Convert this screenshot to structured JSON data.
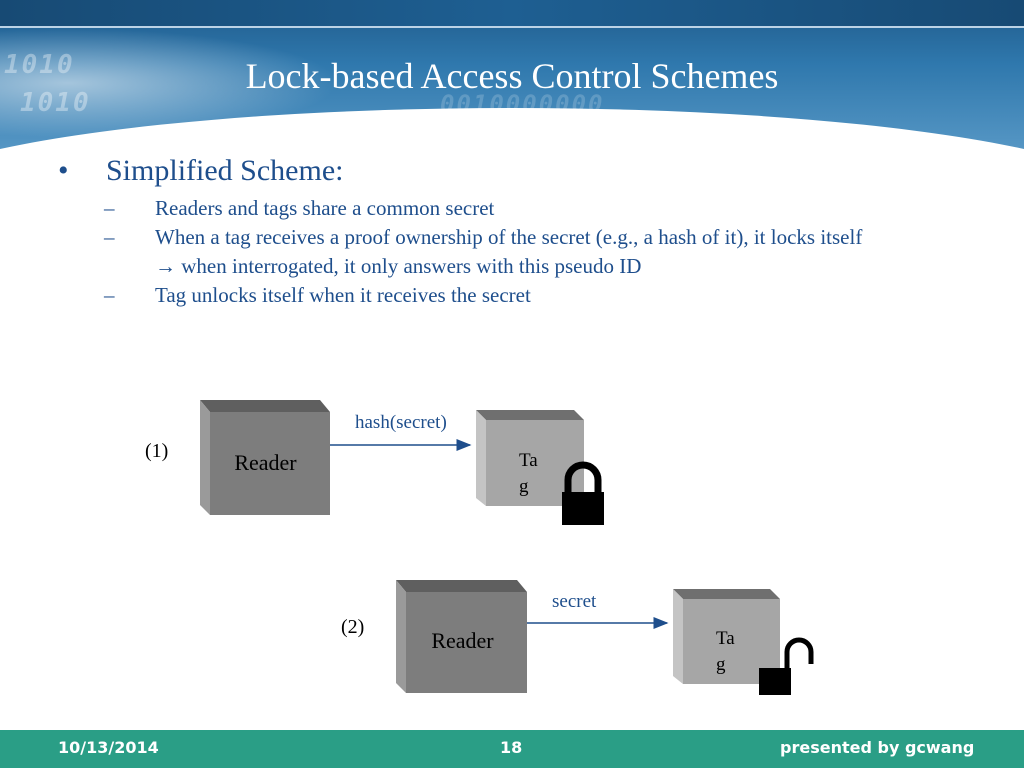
{
  "slide": {
    "title": "Lock-based Access Control Schemes",
    "header_binary_1": "1010",
    "header_binary_2": "1010",
    "header_binary_3": "0010000000"
  },
  "content": {
    "bullet_symbol": "•",
    "bullet": "Simplified Scheme:",
    "dash_symbol": "–",
    "sub_items": [
      "Readers and tags share a common secret",
      "When a tag receives a proof ownership of the secret (e.g., a hash of it), it locks itself",
      "Tag unlocks itself when it receives the secret"
    ],
    "sub_item_2_continuation": "→ when interrogated, it only answers with this pseudo ID"
  },
  "diagram": {
    "step1": {
      "label": "(1)",
      "reader": "Reader",
      "message": "hash(secret)",
      "tag_line1": "Ta",
      "tag_line2": "g",
      "lock_state": "locked",
      "lock_icon": "padlock-closed"
    },
    "step2": {
      "label": "(2)",
      "reader": "Reader",
      "message": "secret",
      "tag_line1": "Ta",
      "tag_line2": "g",
      "lock_state": "unlocked",
      "lock_icon": "padlock-open"
    }
  },
  "footer": {
    "date": "10/13/2014",
    "page_number": "18",
    "presenter": "presented by gcwang"
  },
  "colors": {
    "header_blue": "#2f78ad",
    "text_blue": "#1e4e8c",
    "footer_green": "#2a9e86",
    "box_gray": "#7d7d7d",
    "tag_gray": "#a6a6a6"
  }
}
